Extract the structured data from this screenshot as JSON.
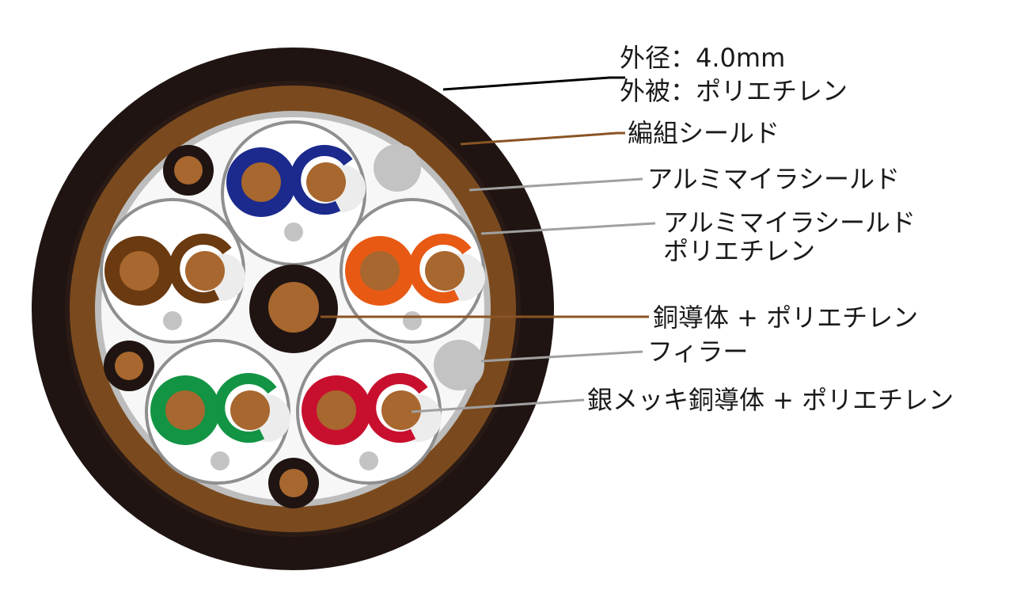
{
  "labels": {
    "outer_diameter": "外径：4.0mm",
    "jacket": "外被：ポリエチレン",
    "braid_shield": "編組シールド",
    "alumylar_shield": "アルミマイラシールド",
    "pair_shield_line1": "アルミマイラシールド",
    "pair_shield_line2": "ポリエチレン",
    "copper_conductor": "銅導体 + ポリエチレン",
    "filler": "フィラー",
    "silver_conductor": "銀メッキ銅導体 + ポリエチレン"
  },
  "colors": {
    "jacket": "#1f1412",
    "braid": "#7a4a1e",
    "foil": "#b9b9b9",
    "inner_fill": "#f7f7f7",
    "copper": "#a8672e",
    "blue_pair": "#1b2a8c",
    "brown_pair": "#6b3a10",
    "orange_pair": "#e85a14",
    "green_pair": "#129444",
    "red_pair": "#c8102e",
    "filler": "#c3c3c3",
    "leader_black": "#000000",
    "leader_brown": "#8a5424",
    "leader_gray": "#a0a0a0"
  }
}
